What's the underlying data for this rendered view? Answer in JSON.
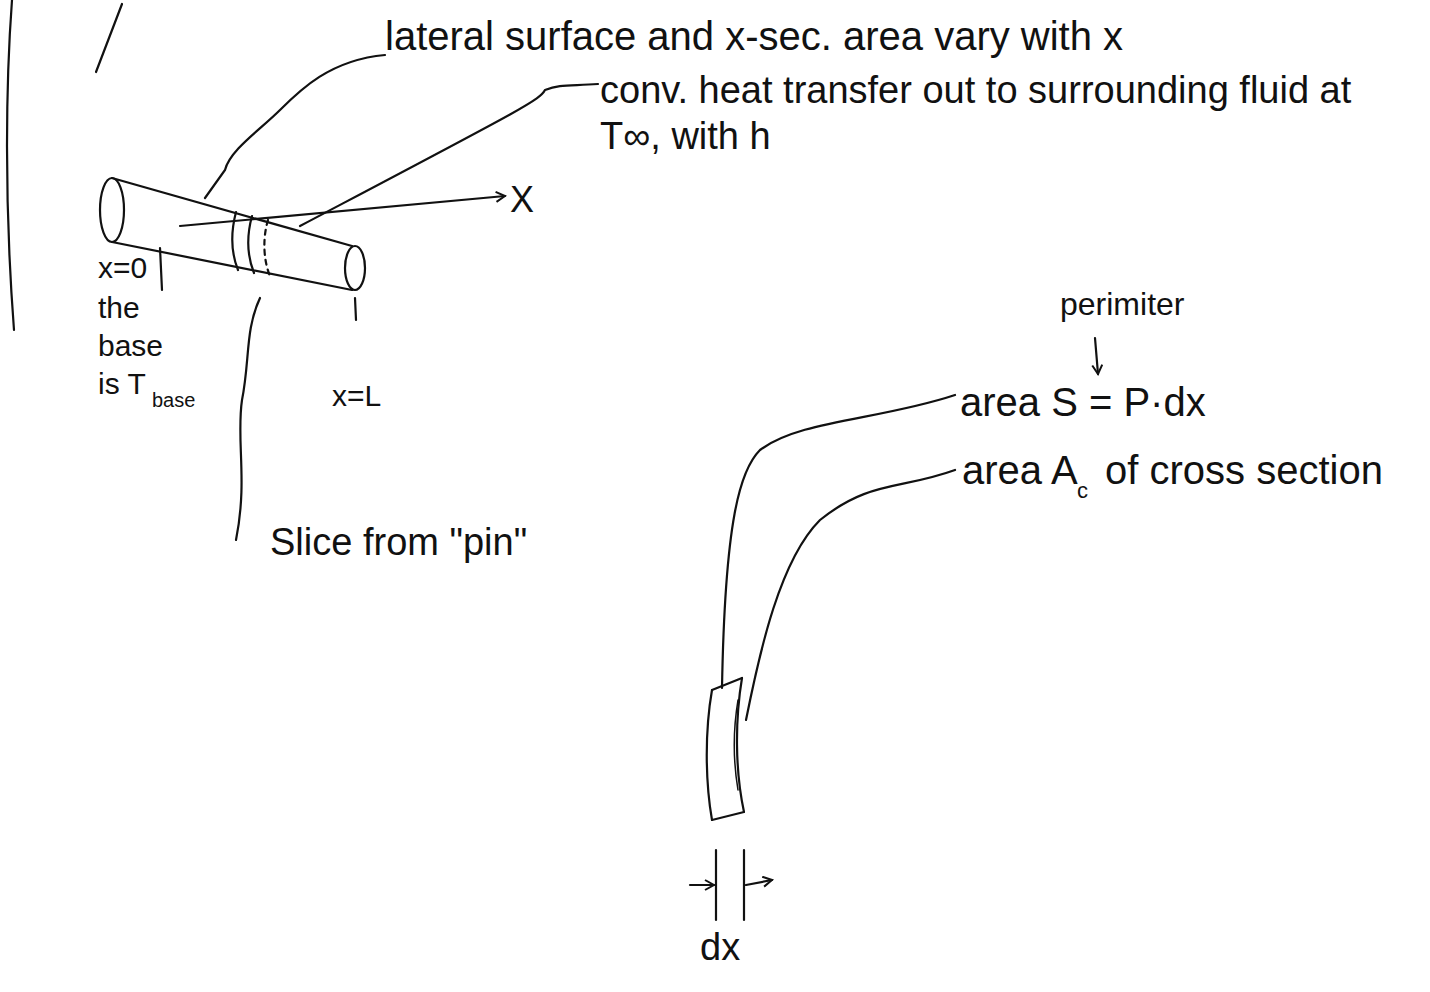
{
  "diagram": {
    "labels": [
      "lateral surface and x-sec. area vary with x",
      "conv. heat transfer out to surrounding fluid at T∞, with h",
      "X",
      "x=0",
      "the",
      "base",
      "is T",
      "base",
      "x=L",
      "perimiter",
      "area S = P·dx",
      "area A",
      "c",
      "of cross section",
      "Slice from \"pin\"",
      "dx"
    ]
  }
}
